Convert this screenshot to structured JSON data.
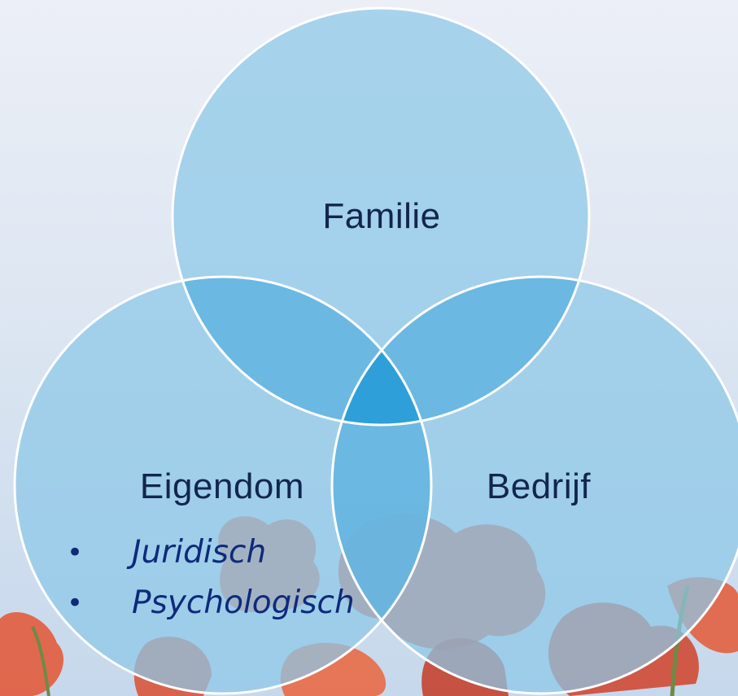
{
  "diagram": {
    "circles": [
      {
        "id": "familie",
        "label": "Familie"
      },
      {
        "id": "eigendom",
        "label": "Eigendom"
      },
      {
        "id": "bedrijf",
        "label": "Bedrijf"
      }
    ],
    "bullets": [
      {
        "marker": "•",
        "text": "Juridisch"
      },
      {
        "marker": "•",
        "text": "Psychologisch"
      }
    ]
  },
  "colors": {
    "circle_fill": "#8cc7e8",
    "overlap_two": "#5db5e0",
    "overlap_center": "#2aa3dc",
    "outline": "#ffffff",
    "label": "#12264d",
    "bullet_text": "#0e2a7a"
  }
}
